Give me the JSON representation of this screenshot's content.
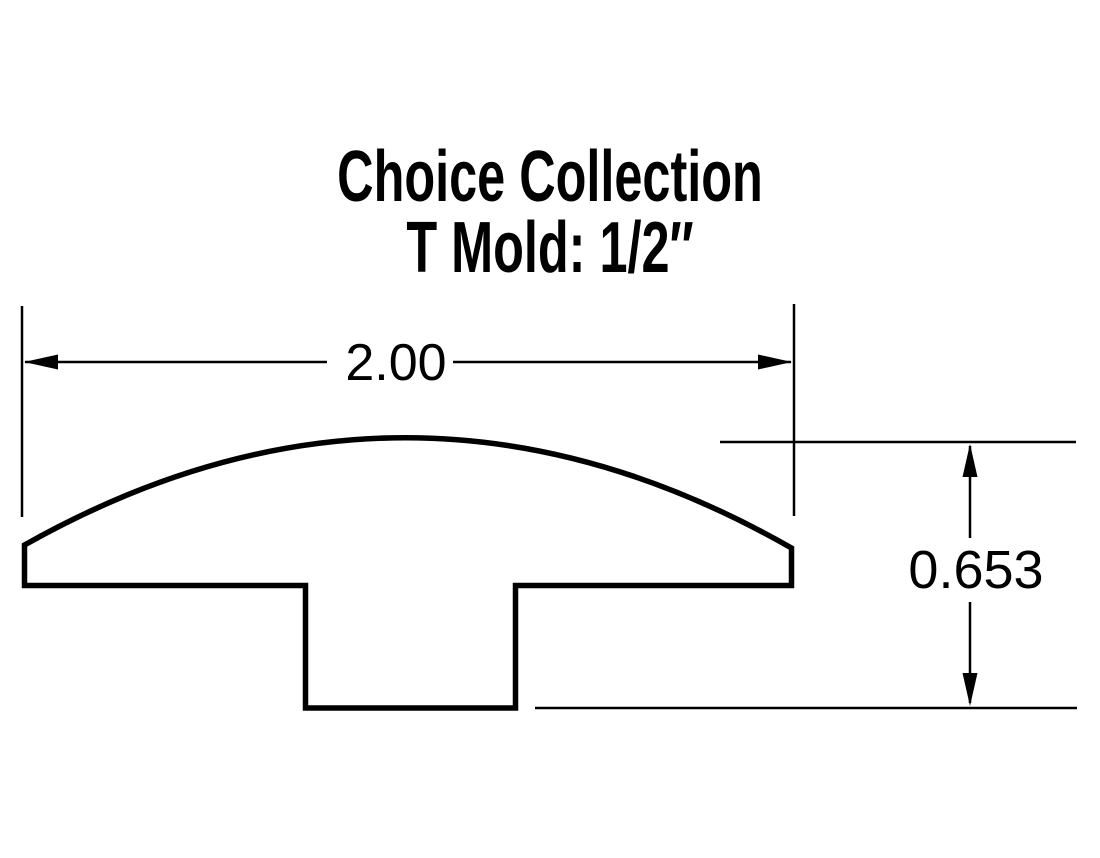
{
  "title": {
    "line1": "Choice Collection",
    "line2": "T Mold: 1/2″"
  },
  "dimensions": {
    "width": {
      "value": "2.00"
    },
    "height": {
      "value": "0.653"
    }
  },
  "colors": {
    "ink": "#000000",
    "background": "#ffffff"
  }
}
